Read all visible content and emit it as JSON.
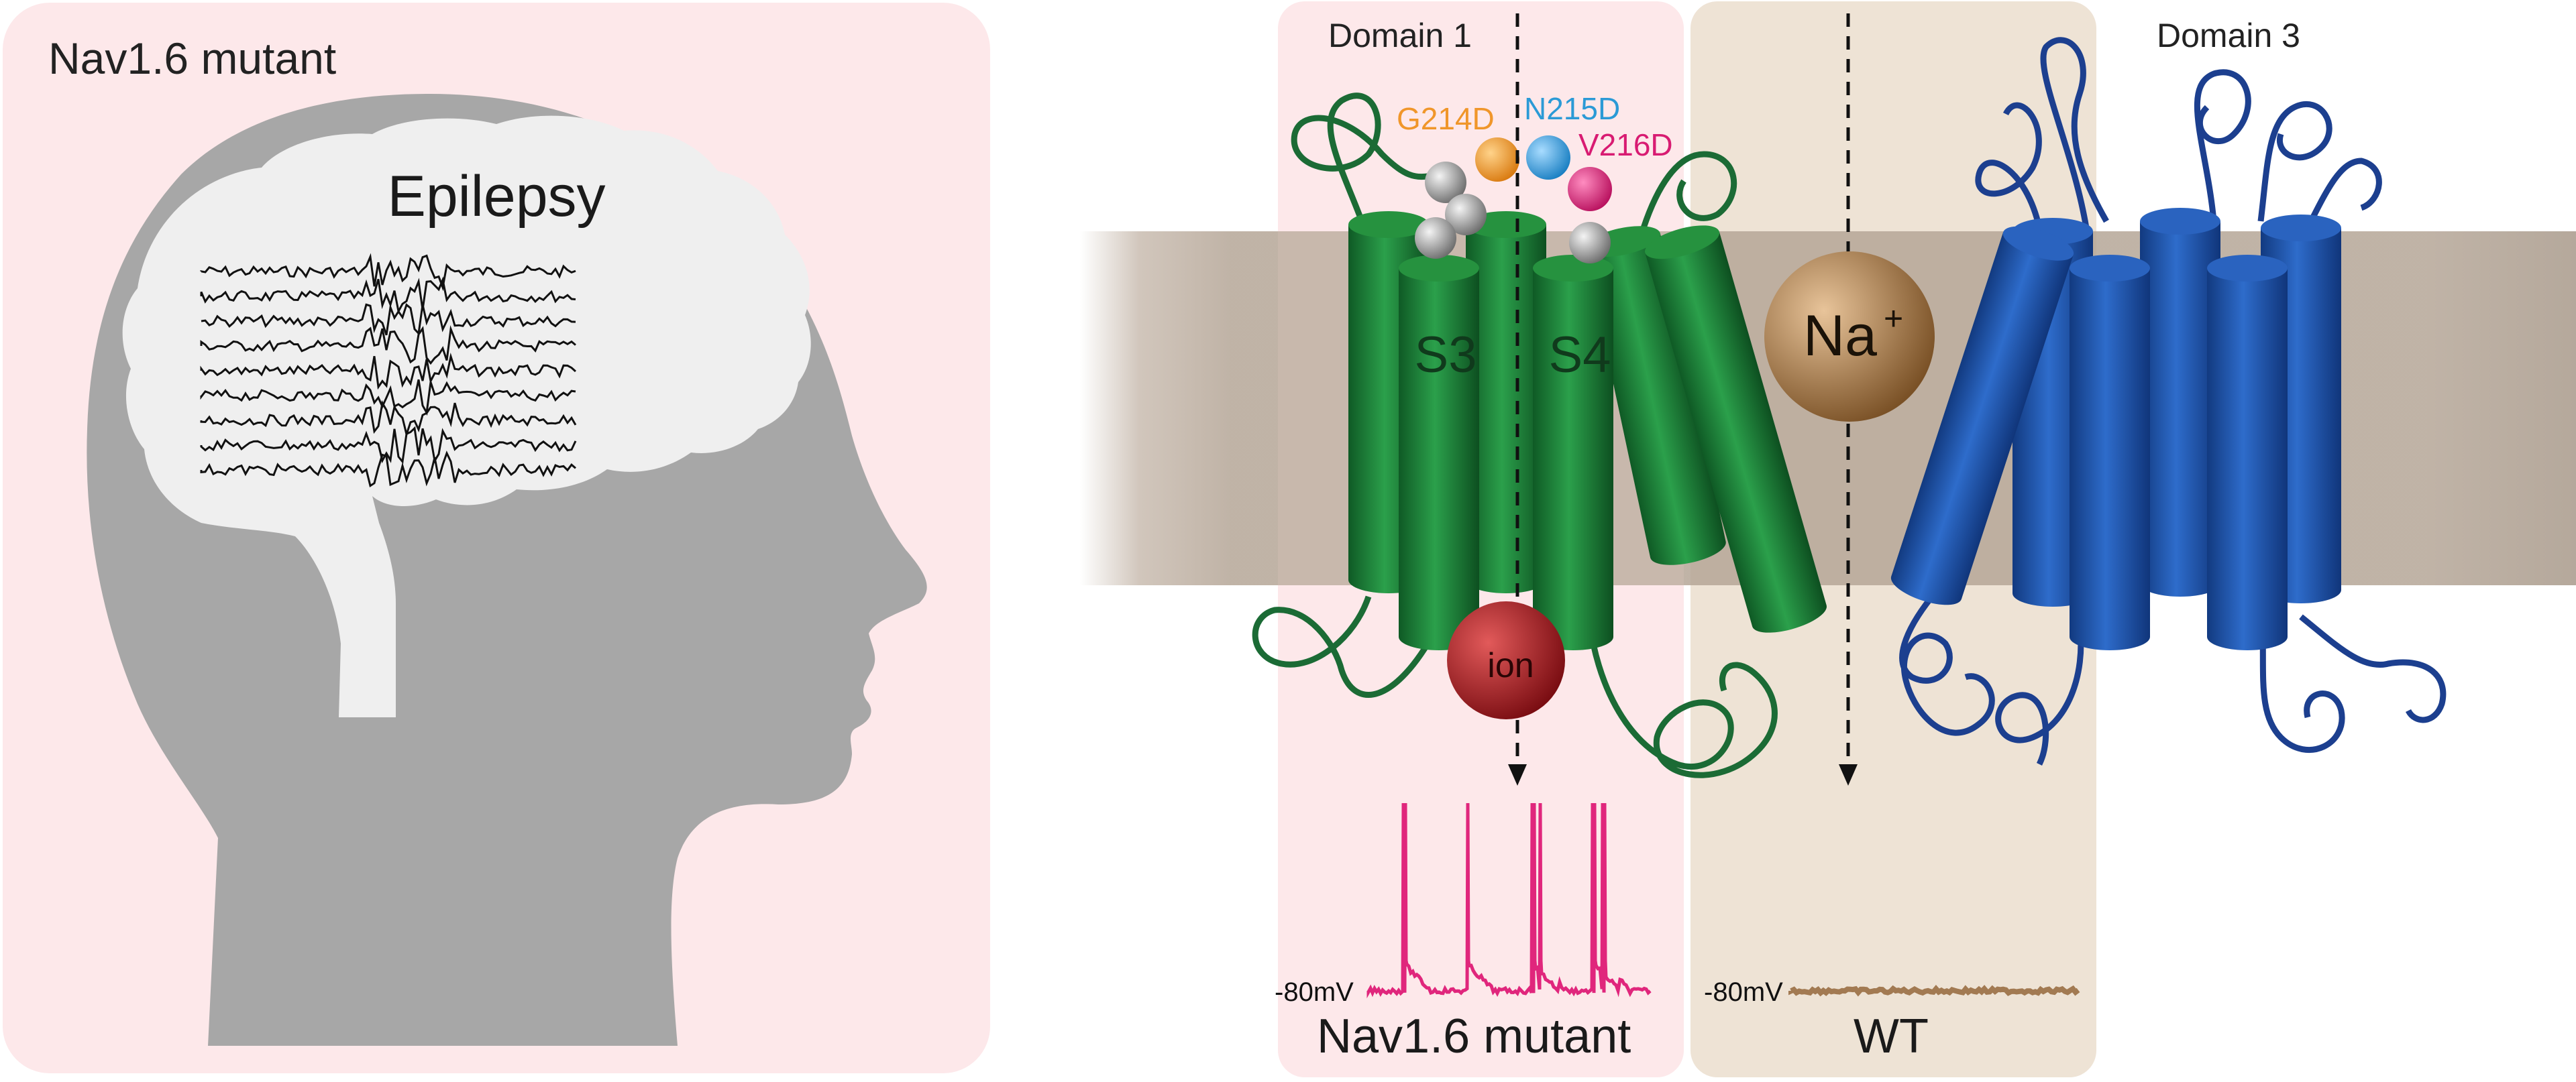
{
  "left_panel": {
    "title": "Nav1.6 mutant",
    "brain_label": "Epilepsy"
  },
  "channel": {
    "domain_left_label": "Domain 1",
    "domain_right_label": "Domain 3",
    "segment_labels": [
      "S3",
      "S4"
    ],
    "mutations": [
      {
        "name": "G214D",
        "color": "#f0962a"
      },
      {
        "name": "N215D",
        "color": "#2b9ad6"
      },
      {
        "name": "V216D",
        "color": "#d81b72"
      }
    ],
    "ion_label": "ion",
    "sodium_label": "Na",
    "sodium_charge": "+"
  },
  "traces": {
    "mutant_voltage_label": "-80mV",
    "mutant_caption": "Nav1.6 mutant",
    "wt_voltage_label": "-80mV",
    "wt_caption": "WT"
  },
  "colors": {
    "mutant_panel": "#fde8ea",
    "wt_panel": "#eee3d5",
    "helix_green": "#1e8a3c",
    "helix_blue": "#1f56b0",
    "mutant_trace": "#e0267c",
    "wt_trace": "#a27a52",
    "ion_red": "#b01d22",
    "sodium_brown": "#9b6c3c"
  }
}
